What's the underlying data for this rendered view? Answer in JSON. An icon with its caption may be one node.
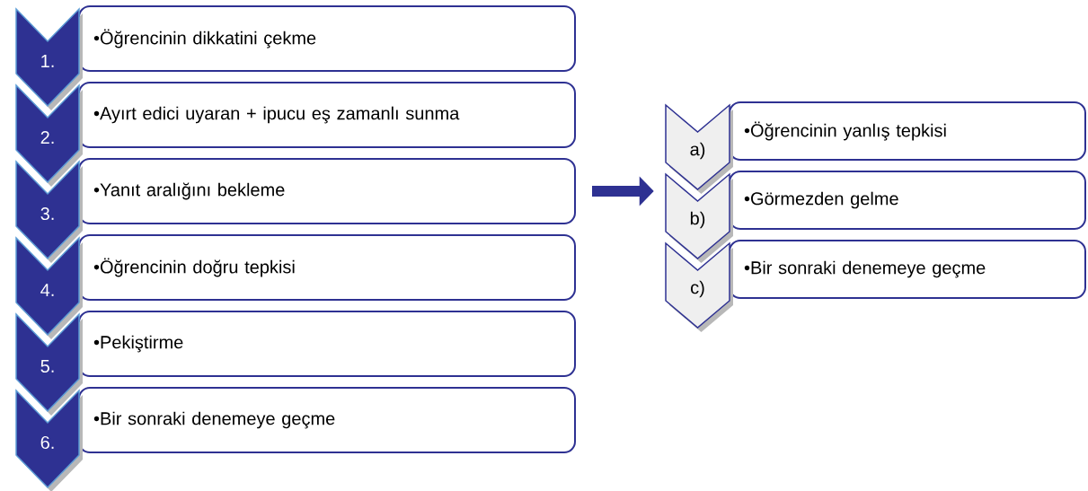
{
  "diagram": {
    "nodes": [
      {
        "text": [
          "1."
        ]
      },
      {
        "text": [
          "•Öğrencinin dikkatini çekme"
        ]
      },
      {
        "text": [
          "2."
        ]
      },
      {
        "text": [
          "•Ayırt edici uyaran + ipucu eş zamanlı sunma"
        ]
      },
      {
        "text": [
          "3."
        ]
      },
      {
        "text": [
          "•Yanıt aralığını bekleme"
        ]
      },
      {
        "text": [
          "4."
        ]
      },
      {
        "text": [
          "•Öğrencinin doğru tepkisi"
        ]
      },
      {
        "text": [
          "5."
        ]
      },
      {
        "text": [
          "•Pekiştirme"
        ]
      },
      {
        "text": [
          "6."
        ]
      },
      {
        "text": [
          "•Bir sonraki denemeye geçme"
        ]
      },
      {
        "text": [
          "a)"
        ]
      },
      {
        "text": [
          "•Öğrencinin yanlış tepkisi"
        ]
      },
      {
        "text": [
          "b)"
        ]
      },
      {
        "text": [
          "•Görmezden gelme"
        ]
      },
      {
        "text": [
          "c)"
        ]
      },
      {
        "text": [
          "•Bir sonraki denemeye geçme"
        ]
      }
    ],
    "edges": [
      {
        "from": 5,
        "to": 14,
        "arrow": "to"
      }
    ]
  }
}
